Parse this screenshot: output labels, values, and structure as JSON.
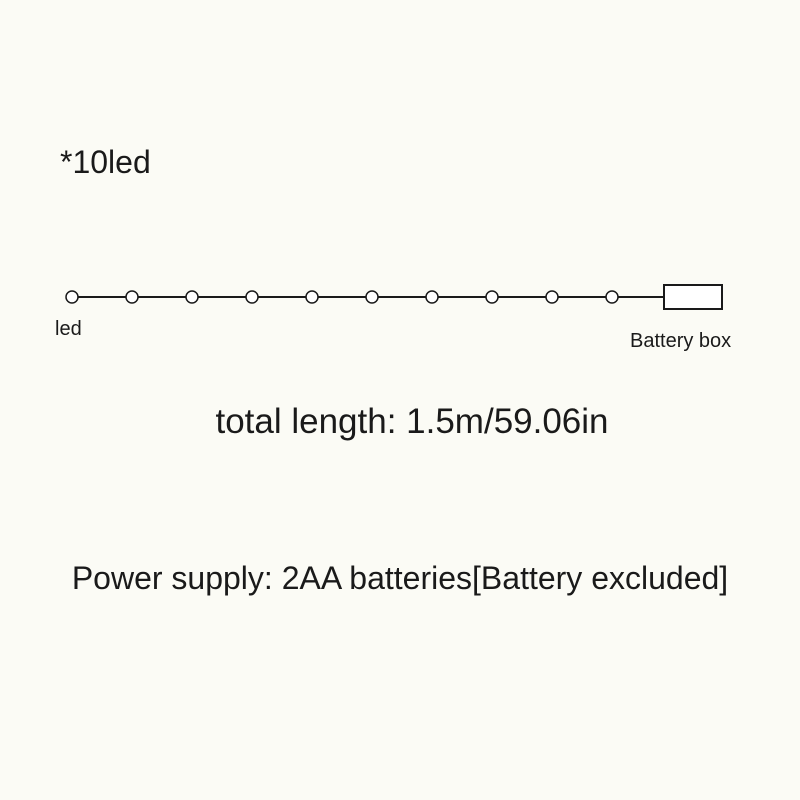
{
  "title": "*10led",
  "diagram": {
    "led_count": 10,
    "led_label": "led",
    "battery_box_label": "Battery box"
  },
  "total_length": "total length:  1.5m/59.06in",
  "power_supply": "Power supply: 2AA batteries[Battery excluded]",
  "colors": {
    "background": "#fbfbf5",
    "ink": "#1a1a1a"
  }
}
